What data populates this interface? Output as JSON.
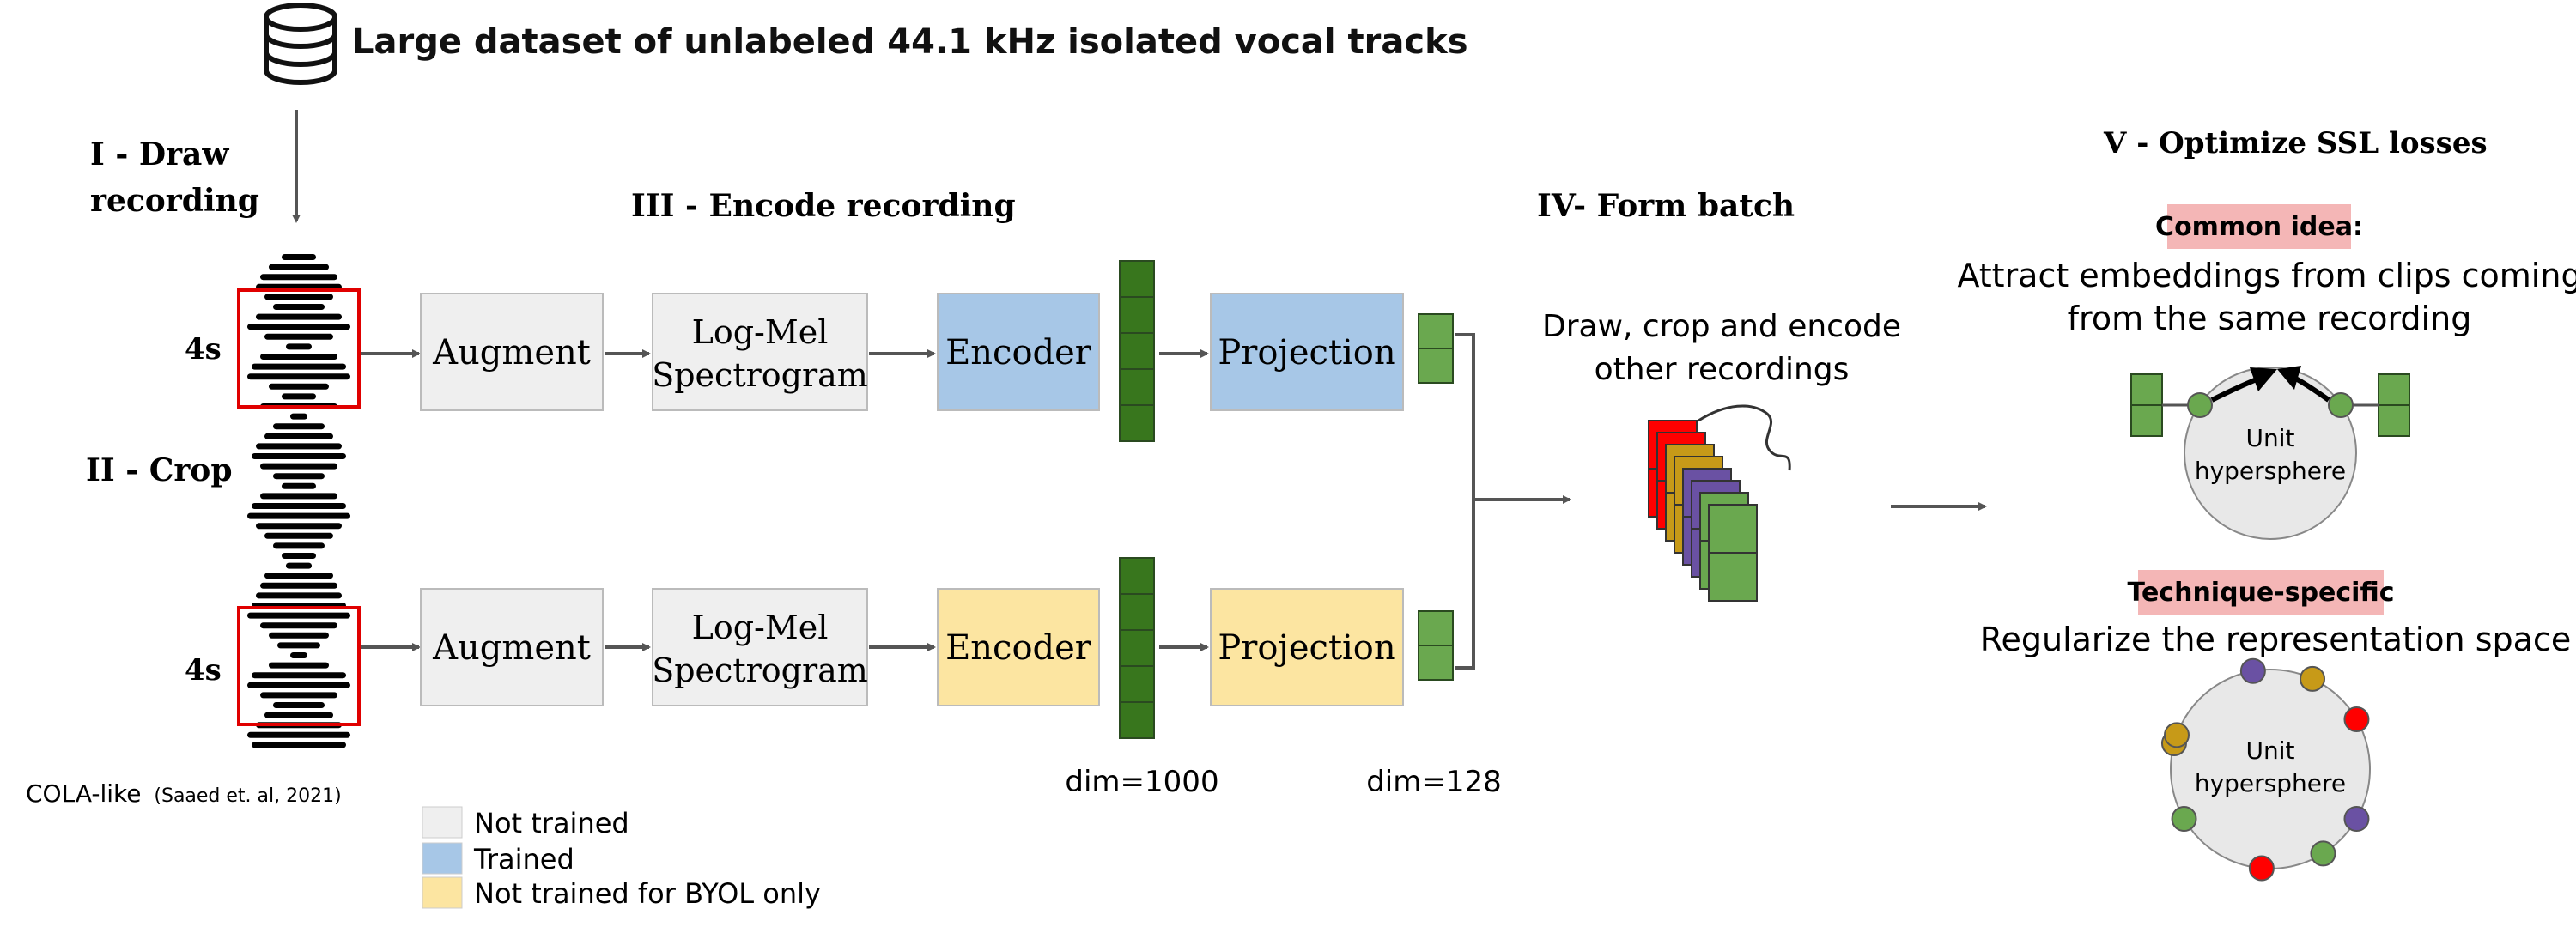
{
  "dataset": {
    "label": "Large dataset of unlabeled 44.1 kHz isolated vocal tracks",
    "icon": "database-icon"
  },
  "steps": {
    "draw": [
      "I - Draw",
      "recording"
    ],
    "crop": "II - Crop",
    "encode": "III - Encode recording",
    "batch": "IV- Form batch",
    "optimize": "V - Optimize SSL losses"
  },
  "clips": {
    "top_duration": "4s",
    "bottom_duration": "4s"
  },
  "pipeline": {
    "top": {
      "augment": "Augment",
      "logmel": [
        "Log-Mel",
        "Spectrogram"
      ],
      "encoder": "Encoder",
      "projection": "Projection",
      "encoder_color": "#a7c7e7",
      "projection_color": "#a7c7e7"
    },
    "bottom": {
      "augment": "Augment",
      "logmel": [
        "Log-Mel",
        "Spectrogram"
      ],
      "encoder": "Encoder",
      "projection": "Projection",
      "encoder_color": "#fce5a1",
      "projection_color": "#fce5a1"
    }
  },
  "dims": {
    "encoder": "dim=1000",
    "projection": "dim=128"
  },
  "batch_text": [
    "Draw, crop and encode",
    "other recordings"
  ],
  "batch_colors": [
    "#ff0000",
    "#ff0000",
    "#c79a18",
    "#c79a18",
    "#6a51a3",
    "#6a51a3",
    "#6aa84f",
    "#6aa84f"
  ],
  "loss": {
    "common_badge": "Common idea:",
    "common_text": [
      "Attract embeddings from  clips coming",
      "from the same recording"
    ],
    "specific_badge": "Technique-specific",
    "specific_text": "Regularize the representation space",
    "sphere_label": [
      "Unit",
      "hypersphere"
    ],
    "badge_color": "#f4b6b6"
  },
  "citation": {
    "main": "COLA-like",
    "ref": "(Saaed et. al, 2021)"
  },
  "legend": [
    {
      "label": "Not trained",
      "color": "#efefef"
    },
    {
      "label": "Trained",
      "color": "#a7c7e7"
    },
    {
      "label": "Not trained for BYOL only",
      "color": "#fce5a1"
    }
  ],
  "colors": {
    "embedding_green": "#6aa84f",
    "encoder_dark_green": "#38761d",
    "crop_red": "#e00000"
  }
}
